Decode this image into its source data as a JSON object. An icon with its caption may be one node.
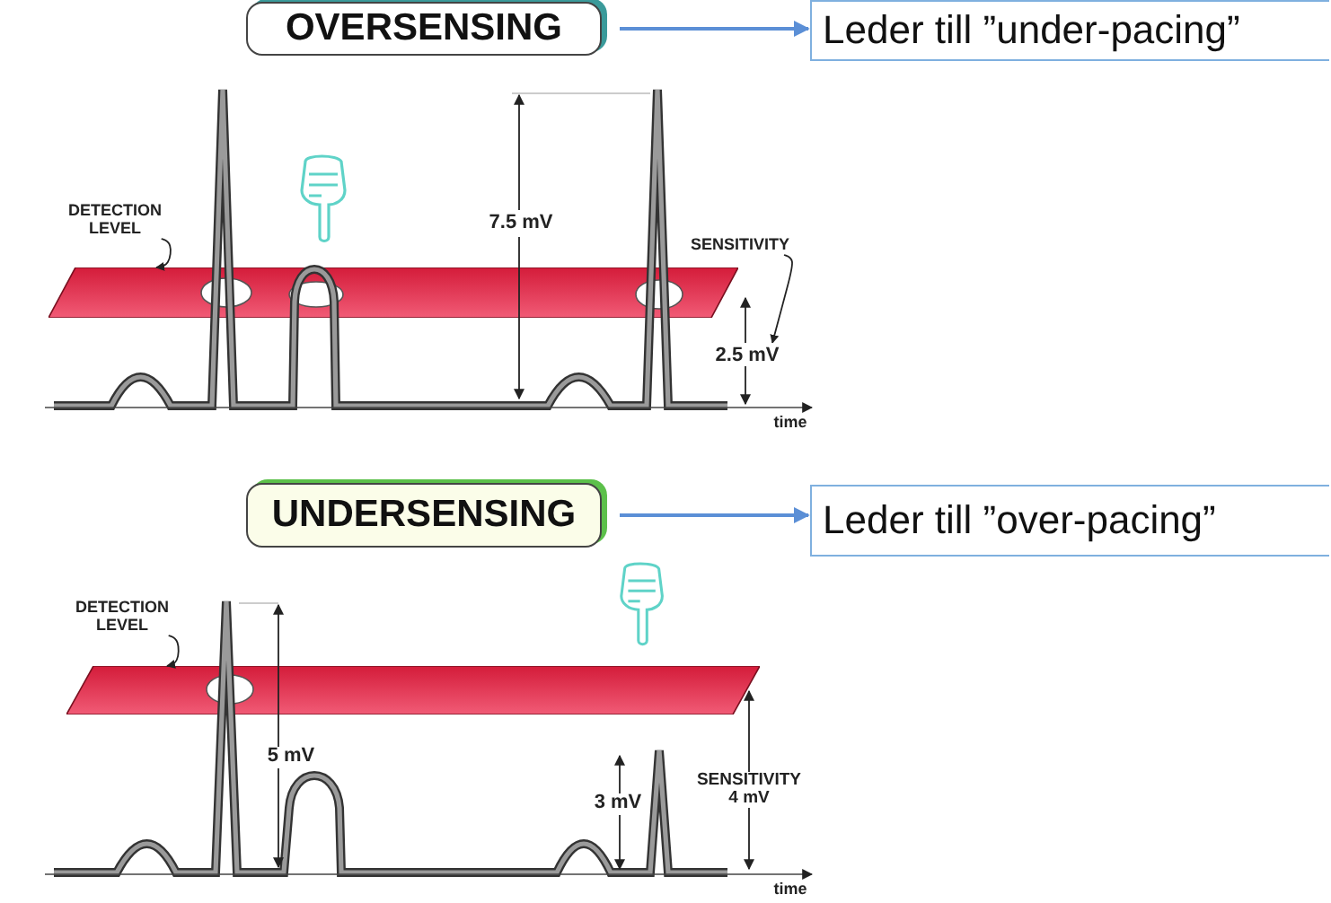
{
  "diagram": {
    "nodes": [
      {
        "text": [
          "OVERSENSING"
        ]
      },
      {
        "text": [
          "Leder till ”under-pacing”"
        ]
      },
      {
        "text": [
          "DETECTION LEVEL"
        ]
      },
      {
        "text": [],
        "shape": "bar"
      },
      {
        "text": [
          "SENSITIVITY"
        ]
      },
      {
        "text": [
          "2.5 mV"
        ]
      },
      {
        "text": [
          "UNDERSENSING"
        ]
      },
      {
        "text": [
          "Leder till ”over-pacing”"
        ]
      },
      {
        "text": [
          "DETECTION LEVEL"
        ]
      },
      {
        "text": [],
        "shape": "bar"
      }
    ],
    "edges": [
      {
        "from": 0,
        "to": 1,
        "arrow": "to",
        "color": "#5b8fd6"
      },
      {
        "from": 2,
        "to": 3,
        "arrow": "to"
      },
      {
        "from": 4,
        "to": 5,
        "arrow": "to"
      },
      {
        "from": 6,
        "to": 7,
        "arrow": "to",
        "color": "#5b8fd6"
      },
      {
        "from": 8,
        "to": 9,
        "arrow": "to"
      }
    ],
    "labels": [
      "7.5 mV",
      "time",
      "5 mV",
      "3 mV",
      "SENSITIVITY 4 mV",
      "time"
    ]
  }
}
